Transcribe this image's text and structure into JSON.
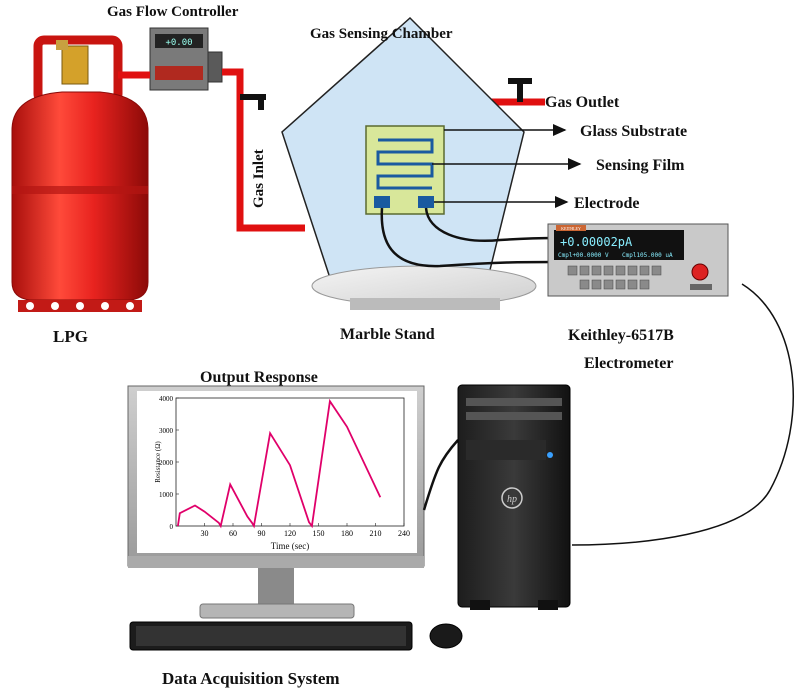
{
  "labels": {
    "gas_flow_controller": "Gas Flow Controller",
    "gas_sensing_chamber": "Gas Sensing Chamber",
    "gas_outlet": "Gas Outlet",
    "glass_substrate": "Glass Substrate",
    "sensing_film": "Sensing Film",
    "electrode": "Electrode",
    "gas_inlet": "Gas Inlet",
    "lpg": "LPG",
    "marble_stand": "Marble Stand",
    "electrometer_line1": "Keithley-6517B",
    "electrometer_line2": "Electrometer",
    "output_response": "Output Response",
    "data_acquisition_system": "Data Acquisition System"
  },
  "devices": {
    "flow_controller_display": "+0.00",
    "electrometer_display": "+0.00002pA",
    "electrometer_sub_display_left": "Cmpl+00.0000 V",
    "electrometer_sub_display_right": "Cmpl105.000 uA",
    "electrometer_brand": "KEITHLEY",
    "pc_brand": "hp"
  },
  "chart_data": {
    "type": "line",
    "xlabel": "Time (sec)",
    "ylabel": "Resistance (Ω)",
    "xlim": [
      0,
      240
    ],
    "ylim": [
      0,
      4000
    ],
    "x_ticks": [
      30,
      60,
      90,
      120,
      150,
      180,
      210,
      240
    ],
    "y_ticks": [
      0,
      1000,
      2000,
      3000,
      4000
    ],
    "series": [
      {
        "x": [
          2,
          4,
          20,
          30,
          45,
          47,
          57,
          75,
          80,
          82,
          99,
          120,
          140,
          143,
          162,
          180,
          215
        ],
        "y": [
          0,
          400,
          640,
          450,
          100,
          0,
          1300,
          300,
          100,
          0,
          2900,
          1900,
          120,
          0,
          3900,
          3100,
          900
        ]
      }
    ],
    "annotations": []
  },
  "colors": {
    "cylinder": "#e8231f",
    "pipe": "#e01010",
    "chamber": "#cfe4f5",
    "substrate": "#d8e79a",
    "electrode": "#1a5aa0",
    "curve": "#e0006a"
  }
}
